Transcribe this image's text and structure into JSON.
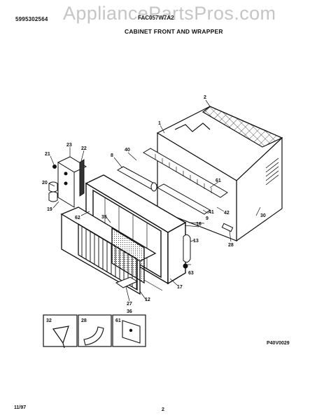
{
  "header": {
    "part_code": "5995302564",
    "model": "FAC057W7A2",
    "title": "CABINET FRONT AND WRAPPER",
    "watermark": "AppliancePartsPros.com"
  },
  "footer": {
    "figure_code": "P40V0029",
    "date": "11/97",
    "page": "2"
  },
  "callouts": {
    "c1": "1",
    "c2": "2",
    "c8": "8",
    "c9": "9",
    "c12": "12",
    "c13": "13",
    "c16": "16",
    "c17": "17",
    "c19": "19",
    "c20": "20",
    "c21": "21",
    "c22": "22",
    "c23": "23",
    "c27": "27",
    "c28": "28",
    "c30": "30",
    "c35": "35",
    "c36": "36",
    "c40": "40",
    "c41": "41",
    "c42": "42",
    "c61": "61",
    "c62": "62",
    "c63": "63"
  },
  "inset_labels": {
    "i32": "32",
    "i28": "28",
    "i61": "61"
  }
}
